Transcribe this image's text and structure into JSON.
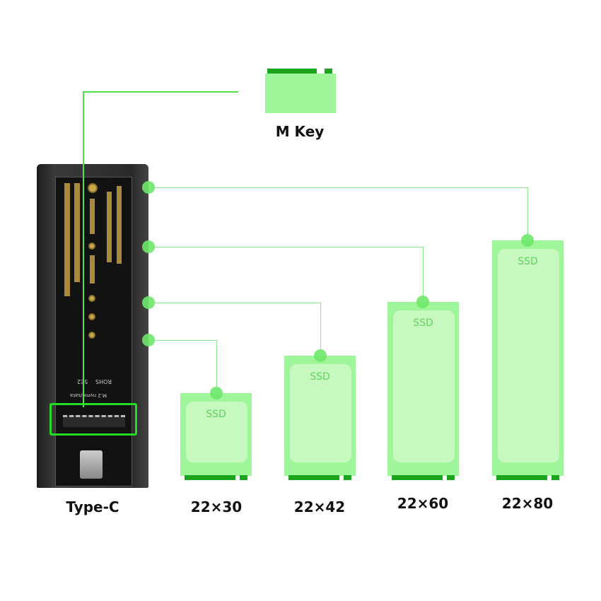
{
  "mkey": {
    "label": "M Key"
  },
  "enclosure": {
    "label": "Type-C",
    "pcb_text": [
      "ROHS",
      "5E2",
      "M.2 nvme/sata"
    ]
  },
  "ssds": [
    {
      "text": "SSD",
      "size": "22×30"
    },
    {
      "text": "SSD",
      "size": "22×42"
    },
    {
      "text": "SSD",
      "size": "22×60"
    },
    {
      "text": "SSD",
      "size": "22×80"
    }
  ],
  "colors": {
    "ssd_body": "#9ef59a",
    "ssd_inner": "#c6f8c0",
    "contacts": "#1ca51c",
    "leader_line": "#8de88a",
    "highlight": "#22dd22",
    "enclosure": "#2a2a2a"
  }
}
